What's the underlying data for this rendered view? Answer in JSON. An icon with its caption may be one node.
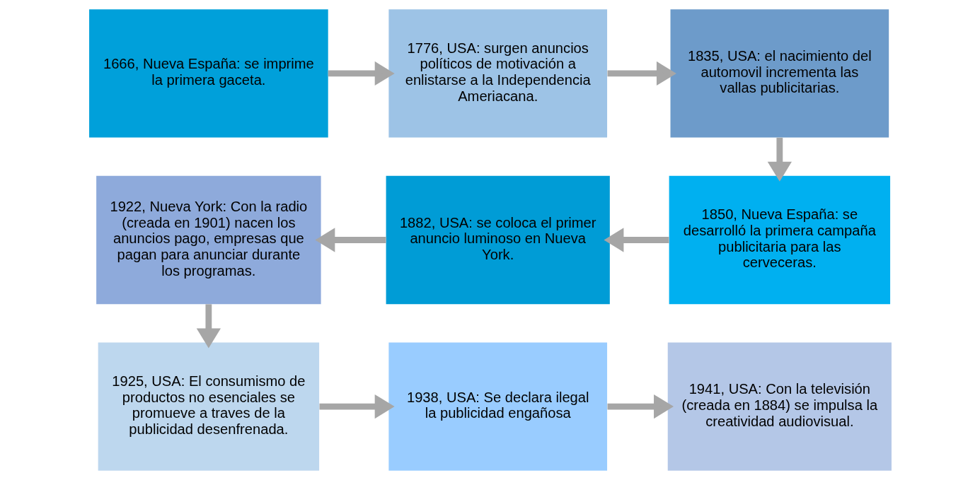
{
  "diagram": {
    "nodes": [
      {
        "text": [
          "1666, Nueva España: se imprime la primera gaceta."
        ]
      },
      {
        "text": [
          "1776, USA: surgen anuncios políticos de motivación a enlistarse a la Independencia Ameriacana."
        ]
      },
      {
        "text": [
          "1835, USA: el nacimiento del automovil incrementa las vallas publicitarias."
        ]
      },
      {
        "text": [
          "1850, Nueva España: se desarrolló la primera campaña publicitaria para las cerveceras."
        ]
      },
      {
        "text": [
          "1882, USA: se coloca el primer anuncio luminoso en Nueva York."
        ]
      },
      {
        "text": [
          "1922, Nueva York: Con la radio (creada en 1901) nacen los anuncios pago, empresas que pagan para anunciar durante los programas."
        ]
      },
      {
        "text": [
          "1925, USA: El consumismo de productos no esenciales se promueve a traves de la publicidad desenfrenada."
        ]
      },
      {
        "text": [
          "1938, USA: Se declara ilegal la publicidad engañosa"
        ]
      },
      {
        "text": [
          "1941, USA: Con la televisión (creada en 1884) se impulsa la creatividad audiovisual."
        ]
      }
    ],
    "edges": [
      {
        "from": 0,
        "to": 1,
        "arrow": "to"
      },
      {
        "from": 1,
        "to": 2,
        "arrow": "to"
      },
      {
        "from": 2,
        "to": 3,
        "arrow": "to"
      },
      {
        "from": 3,
        "to": 4,
        "arrow": "to"
      },
      {
        "from": 4,
        "to": 5,
        "arrow": "to"
      },
      {
        "from": 5,
        "to": 6,
        "arrow": "to"
      },
      {
        "from": 6,
        "to": 7,
        "arrow": "to"
      },
      {
        "from": 7,
        "to": 8,
        "arrow": "to"
      }
    ]
  }
}
